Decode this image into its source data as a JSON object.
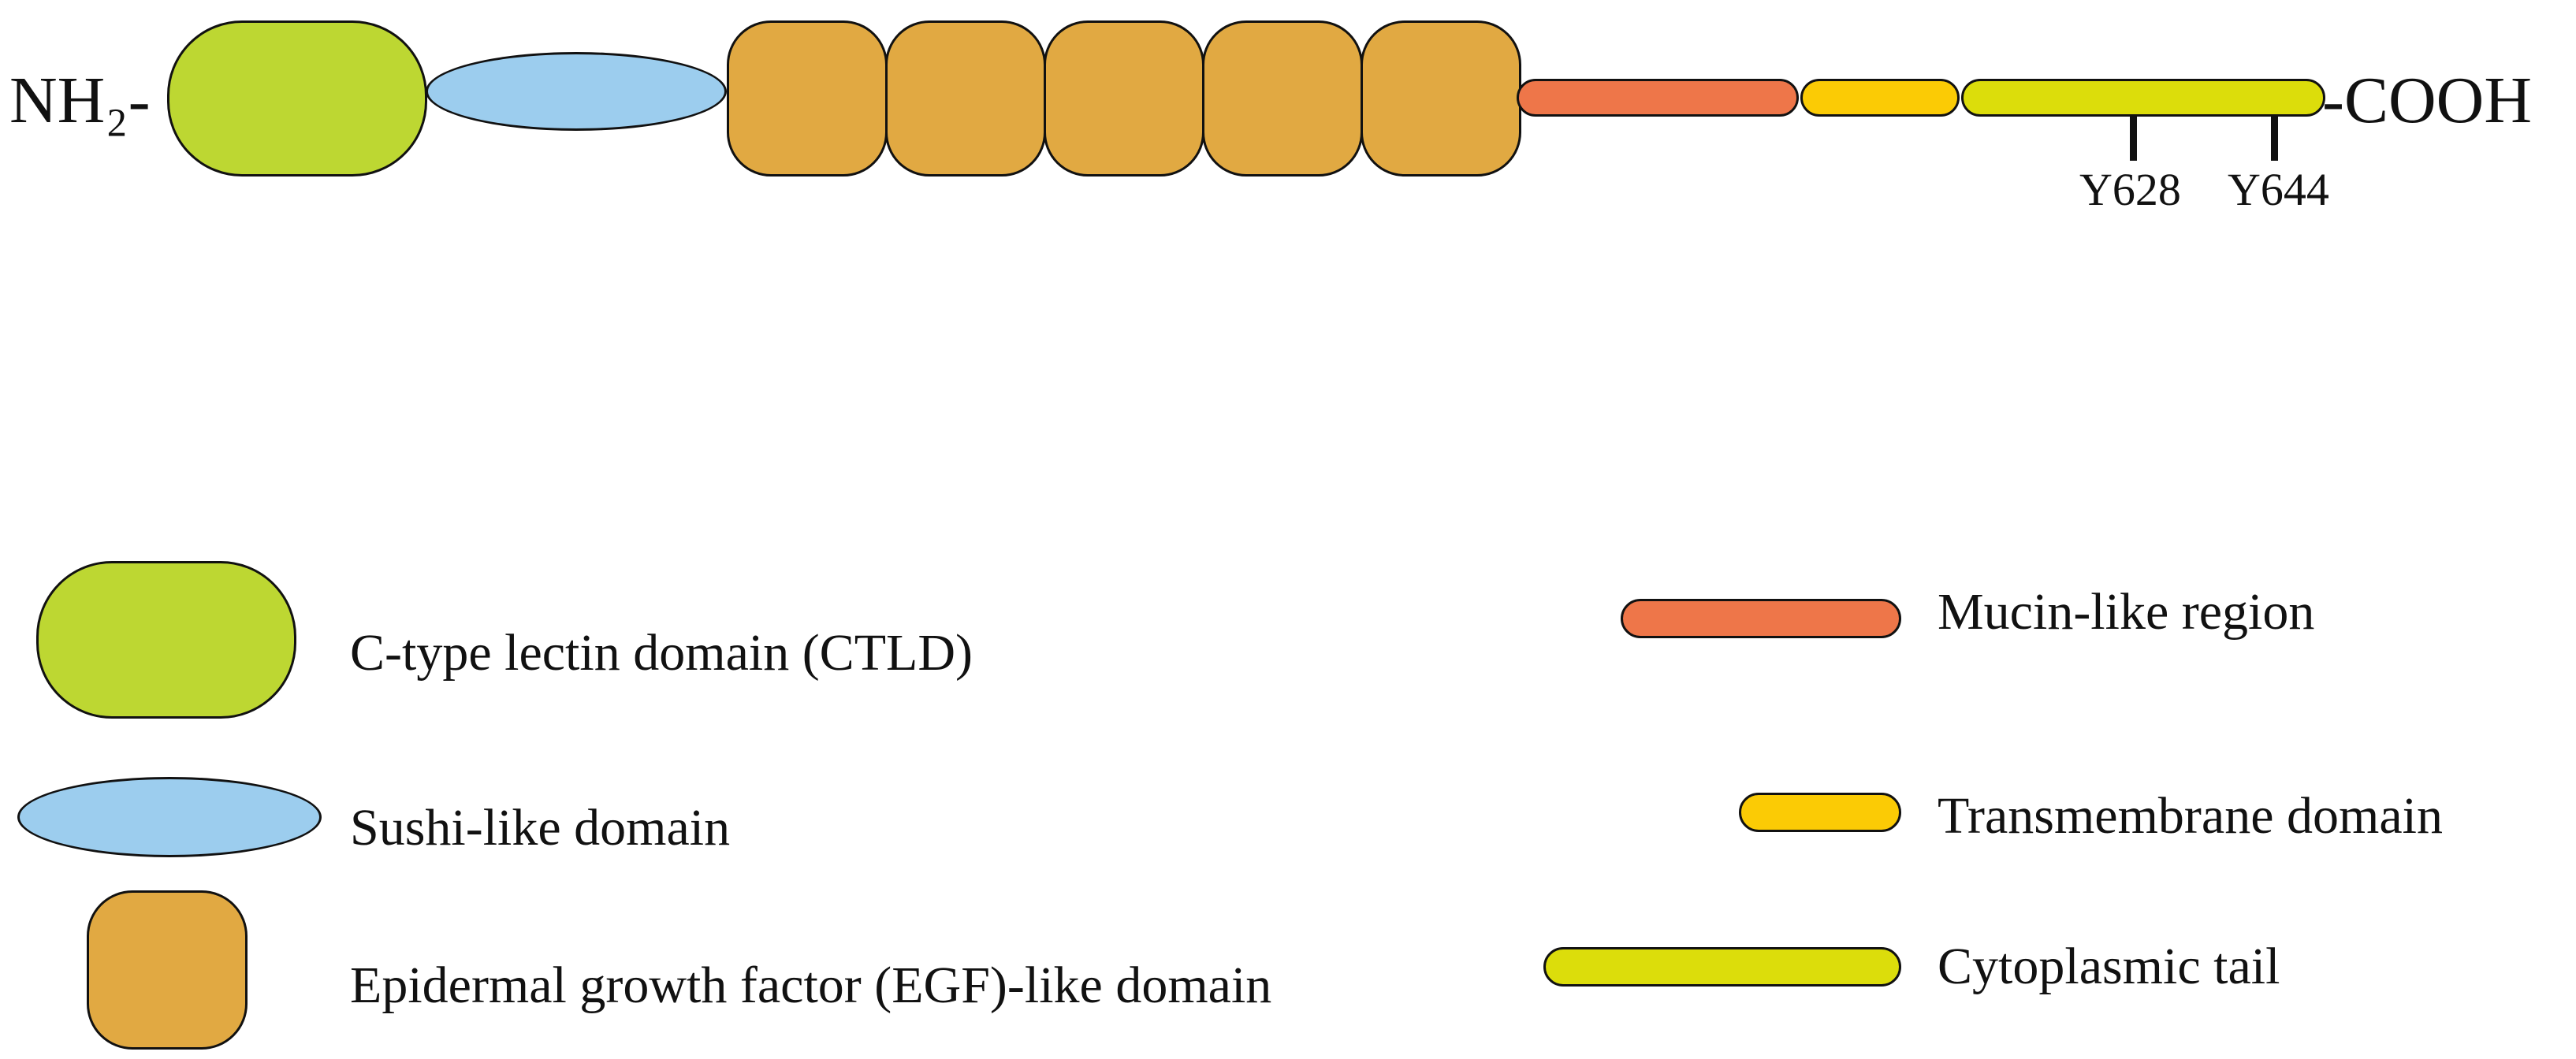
{
  "protein": {
    "n_terminus": "NH₂-",
    "c_terminus": "-COOH",
    "sites": [
      "Y628",
      "Y644"
    ],
    "egf_repeat_count": 5
  },
  "legend": {
    "ctld": "C-type lectin domain (CTLD)",
    "sushi": "Sushi-like domain",
    "egf": "Epidermal growth factor (EGF)-like domain",
    "mucin": "Mucin-like region",
    "tm": "Transmembrane domain",
    "tail": "Cytoplasmic tail"
  },
  "colors": {
    "ctld": "#bdd732",
    "sushi": "#9ccdee",
    "egf": "#e1a942",
    "mucin": "#ee7649",
    "tm": "#fbcb05",
    "tail": "#dcdd0b"
  }
}
